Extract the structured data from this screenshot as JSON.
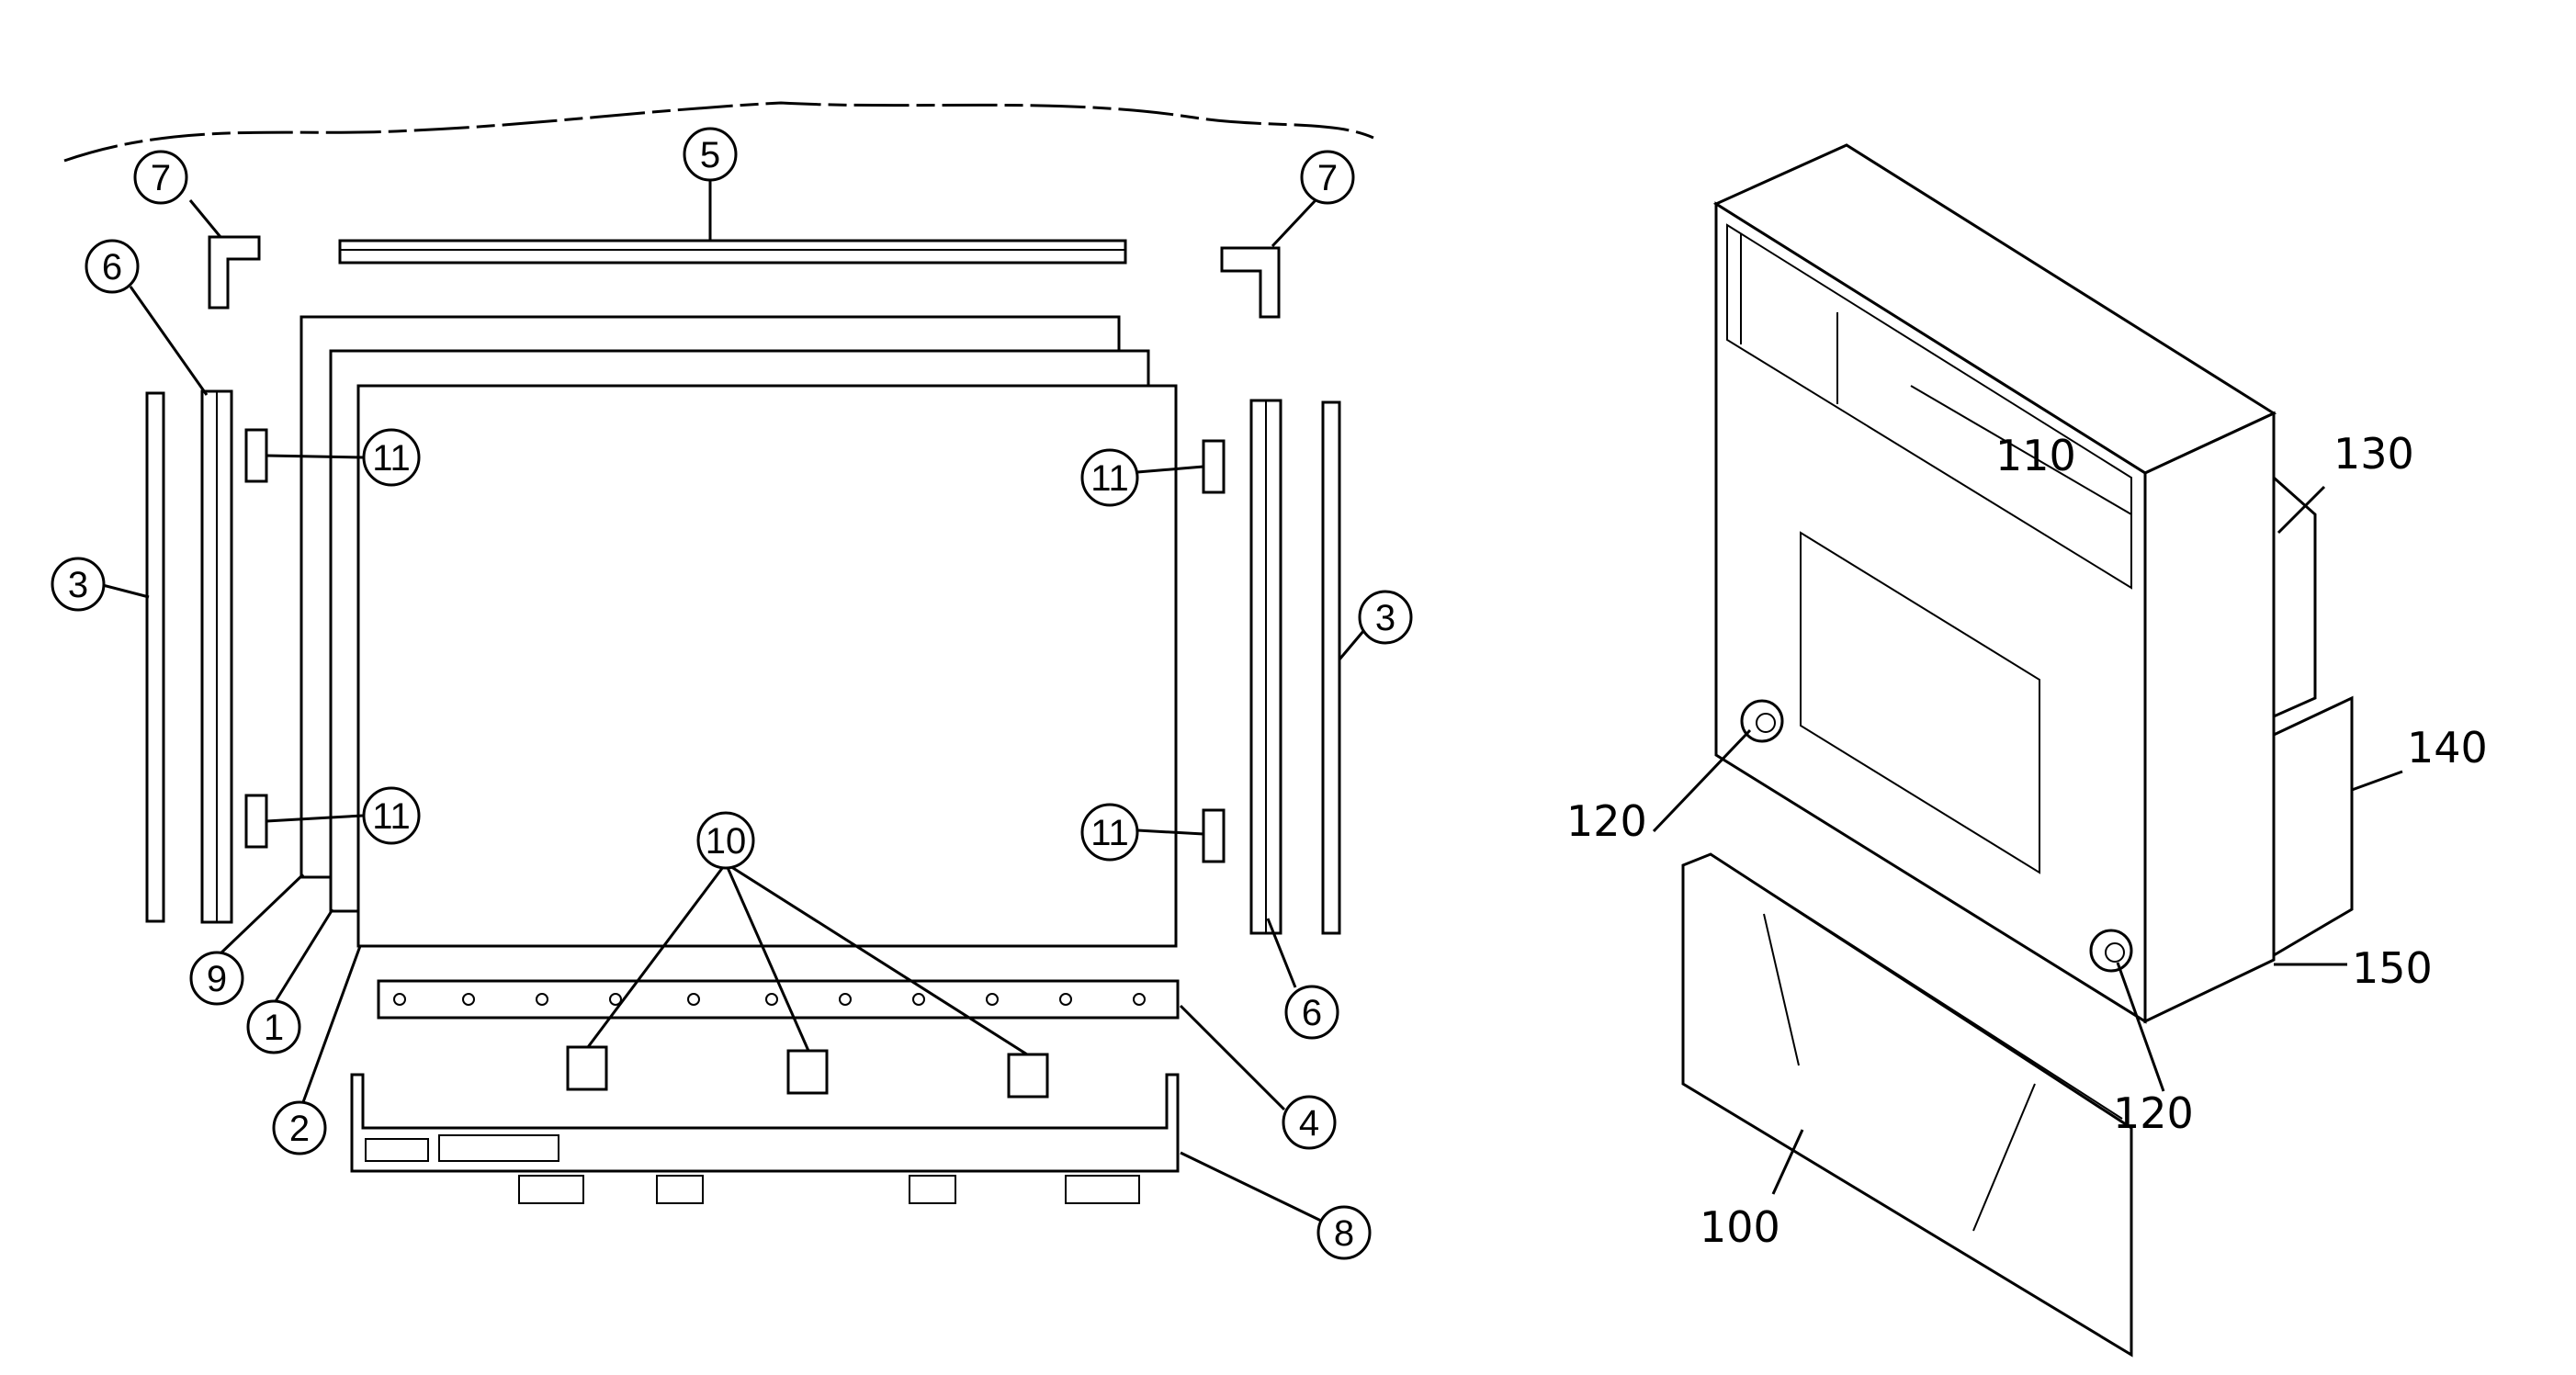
{
  "left": {
    "callouts": [
      {
        "id": "c7l",
        "text": "7"
      },
      {
        "id": "c5",
        "text": "5"
      },
      {
        "id": "c7r",
        "text": "7"
      },
      {
        "id": "c6l",
        "text": "6"
      },
      {
        "id": "c11a",
        "text": "11"
      },
      {
        "id": "c11b",
        "text": "11"
      },
      {
        "id": "c3l",
        "text": "3"
      },
      {
        "id": "c3r",
        "text": "3"
      },
      {
        "id": "c11c",
        "text": "11"
      },
      {
        "id": "c11d",
        "text": "11"
      },
      {
        "id": "c10",
        "text": "10"
      },
      {
        "id": "c9",
        "text": "9"
      },
      {
        "id": "c1",
        "text": "1"
      },
      {
        "id": "c6r",
        "text": "6"
      },
      {
        "id": "c4",
        "text": "4"
      },
      {
        "id": "c2",
        "text": "2"
      },
      {
        "id": "c8",
        "text": "8"
      }
    ]
  },
  "right": {
    "labels": {
      "l110": "110",
      "l130": "130",
      "l140": "140",
      "l150": "150",
      "l120a": "120",
      "l120b": "120",
      "l100": "100"
    }
  }
}
